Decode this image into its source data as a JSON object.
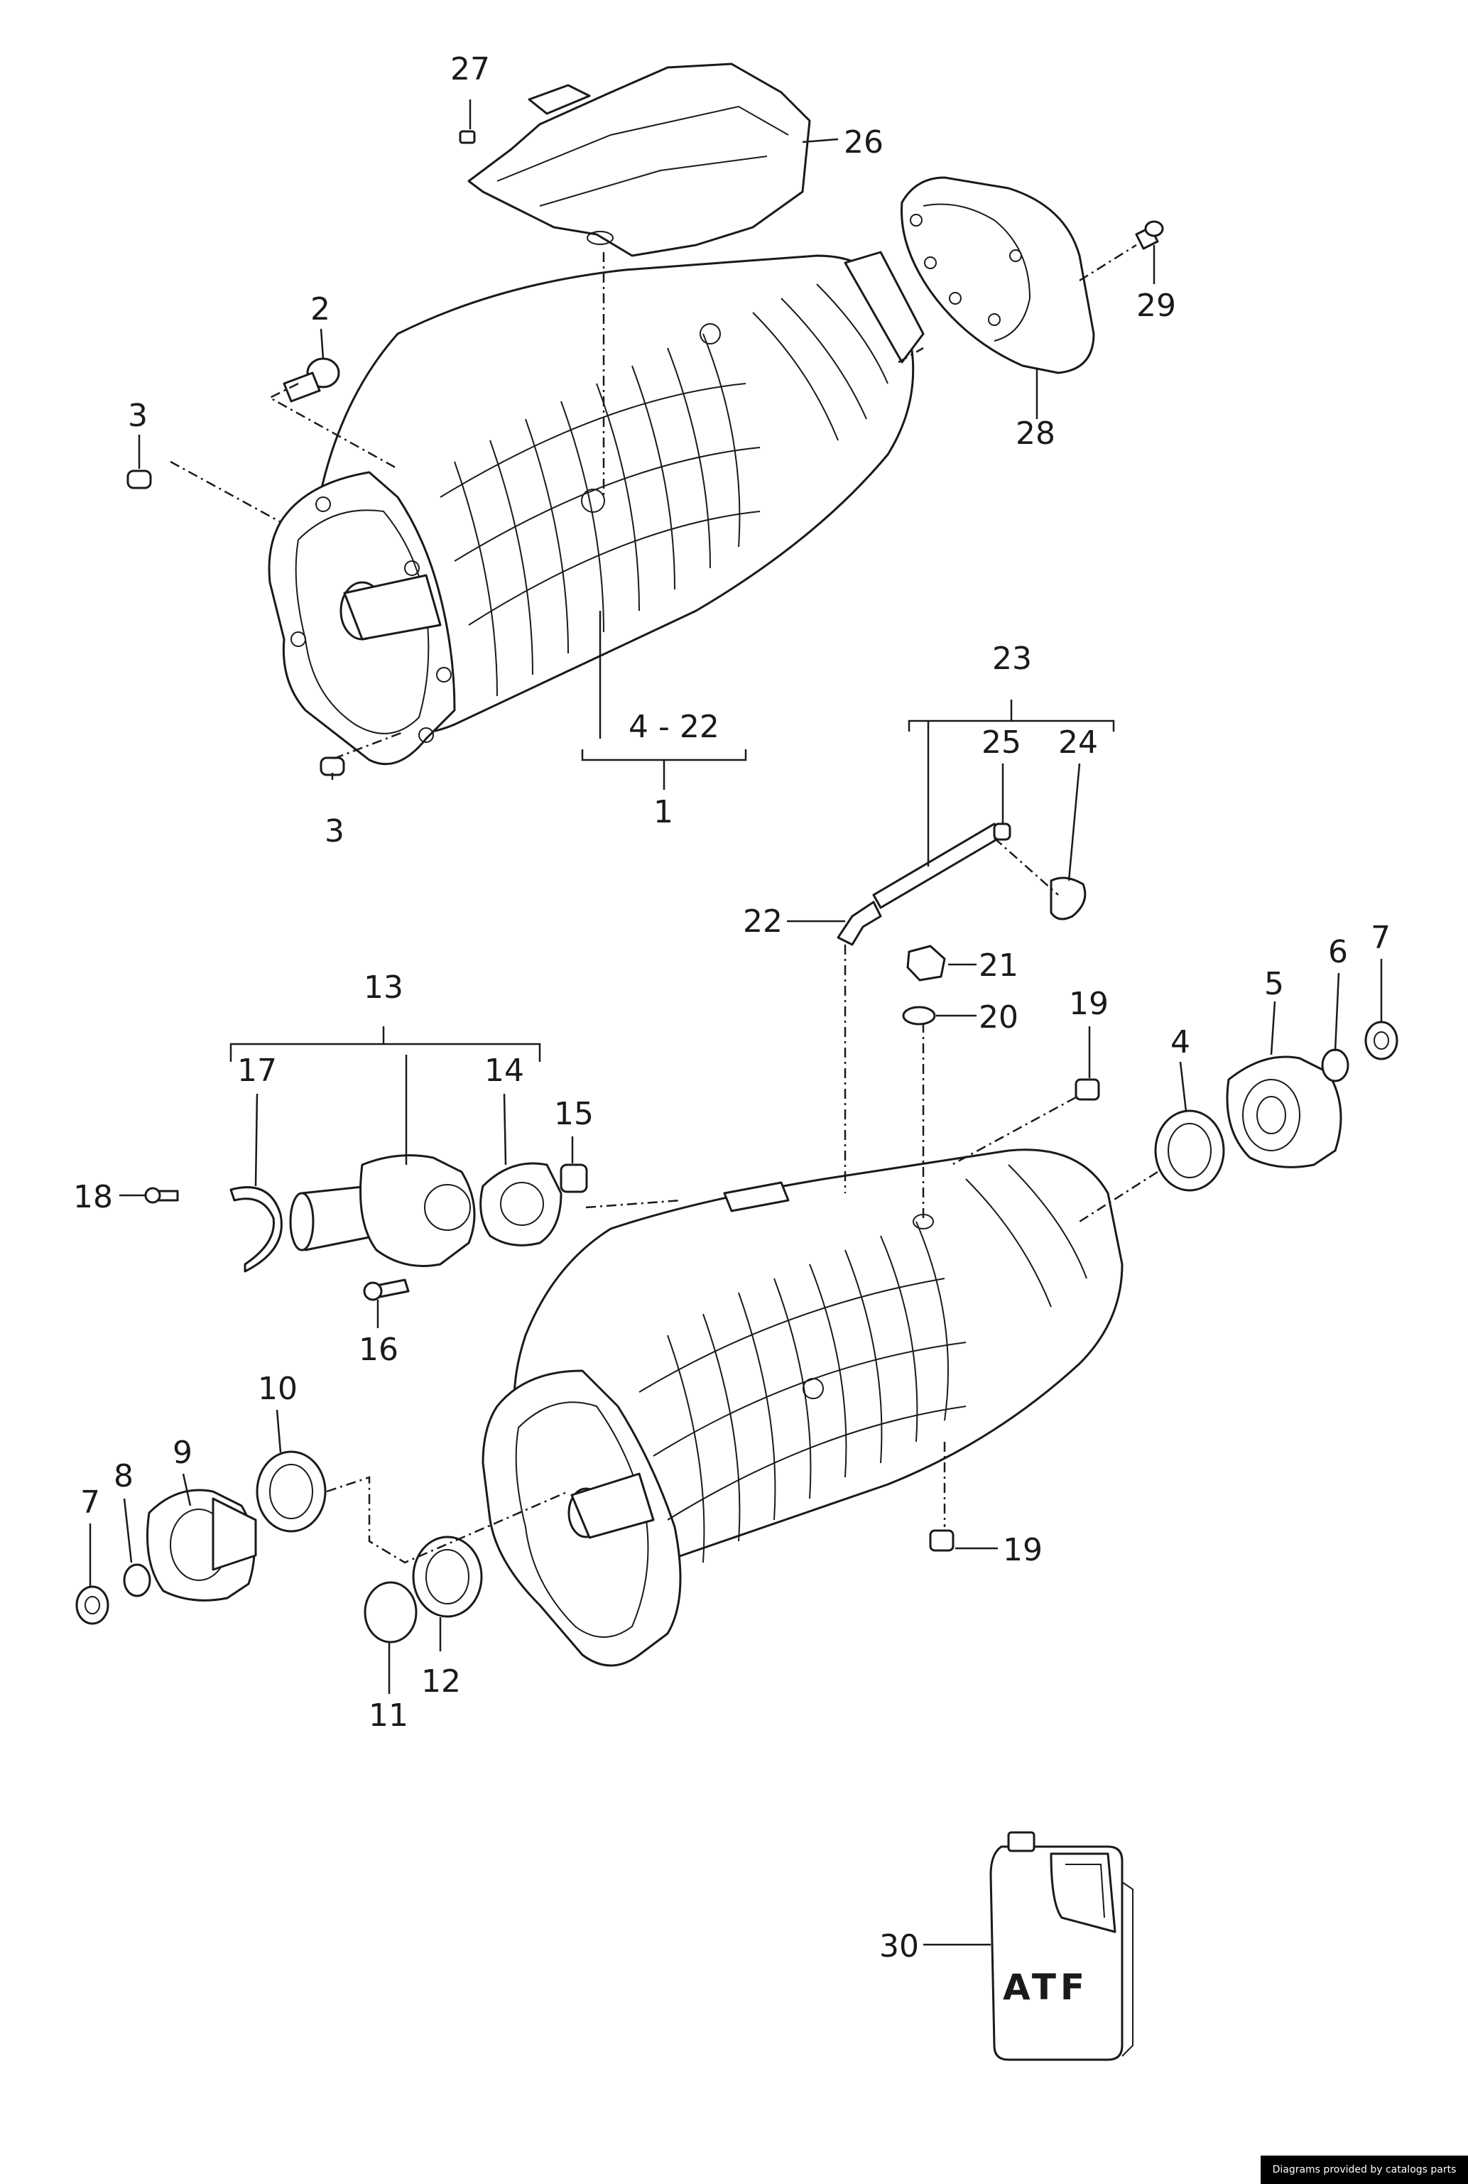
{
  "callouts": {
    "c1": "1",
    "c2": "2",
    "c3a": "3",
    "c3b": "3",
    "c4_22": "4 - 22",
    "c4": "4",
    "c5": "5",
    "c6": "6",
    "c7a": "7",
    "c7b": "7",
    "c8": "8",
    "c9": "9",
    "c10": "10",
    "c11": "11",
    "c12": "12",
    "c13": "13",
    "c14": "14",
    "c15": "15",
    "c16": "16",
    "c17": "17",
    "c18": "18",
    "c19a": "19",
    "c19b": "19",
    "c20": "20",
    "c21": "21",
    "c22": "22",
    "c23": "23",
    "c24": "24",
    "c25": "25",
    "c26": "26",
    "c27": "27",
    "c28": "28",
    "c29": "29",
    "c30": "30"
  },
  "jug_label": "ATF",
  "credit": "Diagrams provided by catalogs parts",
  "colors": {
    "line": "#1a1a1a",
    "background": "#ffffff",
    "credit_bg": "#000000",
    "credit_text": "#ffffff"
  }
}
